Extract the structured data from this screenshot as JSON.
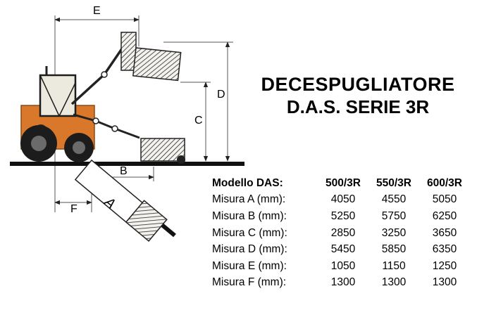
{
  "title": {
    "line1": "DECESPUGLIATORE",
    "line2": "D.A.S. SERIE 3R"
  },
  "diagram": {
    "labels": {
      "A": "A",
      "B": "B",
      "C": "C",
      "D": "D",
      "E": "E",
      "F": "F"
    }
  },
  "table": {
    "header": {
      "model_label": "Modello DAS:",
      "columns": [
        "500/3R",
        "550/3R",
        "600/3R"
      ]
    },
    "rows": [
      {
        "label": "Misura A (mm):",
        "values": [
          "4050",
          "4550",
          "5050"
        ]
      },
      {
        "label": "Misura B (mm):",
        "values": [
          "5250",
          "5750",
          "6250"
        ]
      },
      {
        "label": "Misura C (mm):",
        "values": [
          "2850",
          "3250",
          "3650"
        ]
      },
      {
        "label": "Misura D (mm):",
        "values": [
          "5450",
          "5850",
          "6350"
        ]
      },
      {
        "label": "Misura E (mm):",
        "values": [
          "1050",
          "1150",
          "1250"
        ]
      },
      {
        "label": "Misura F (mm):",
        "values": [
          "1300",
          "1300",
          "1300"
        ]
      }
    ]
  },
  "colors": {
    "tractor_body": "#d9782a",
    "line": "#1a1a1a",
    "background": "#ffffff"
  }
}
